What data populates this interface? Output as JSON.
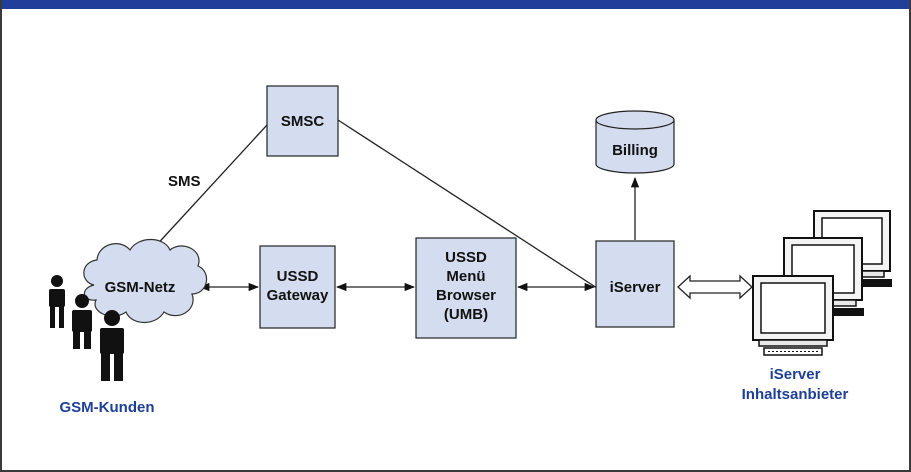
{
  "nodes": {
    "smsc": "SMSC",
    "billing": "Billing",
    "gsm_netz": "GSM-Netz",
    "ussd_gateway": [
      "USSD",
      "Gateway"
    ],
    "umb": [
      "USSD",
      "Menü",
      "Browser",
      "(UMB)"
    ],
    "iserver": "iServer"
  },
  "edge_labels": {
    "sms": "SMS"
  },
  "captions": {
    "gsm_kunden": "GSM-Kunden",
    "provider": [
      "iServer",
      "Inhaltsanbieter"
    ]
  },
  "colors": {
    "header_bar": "#1f3f9a",
    "box_fill": "#d4dcef",
    "caption_text": "#1e3f96"
  },
  "icons": {
    "people": "person-icon",
    "terminals": "computer-terminal-icon",
    "database": "database-cylinder-icon",
    "cloud": "cloud-icon"
  }
}
